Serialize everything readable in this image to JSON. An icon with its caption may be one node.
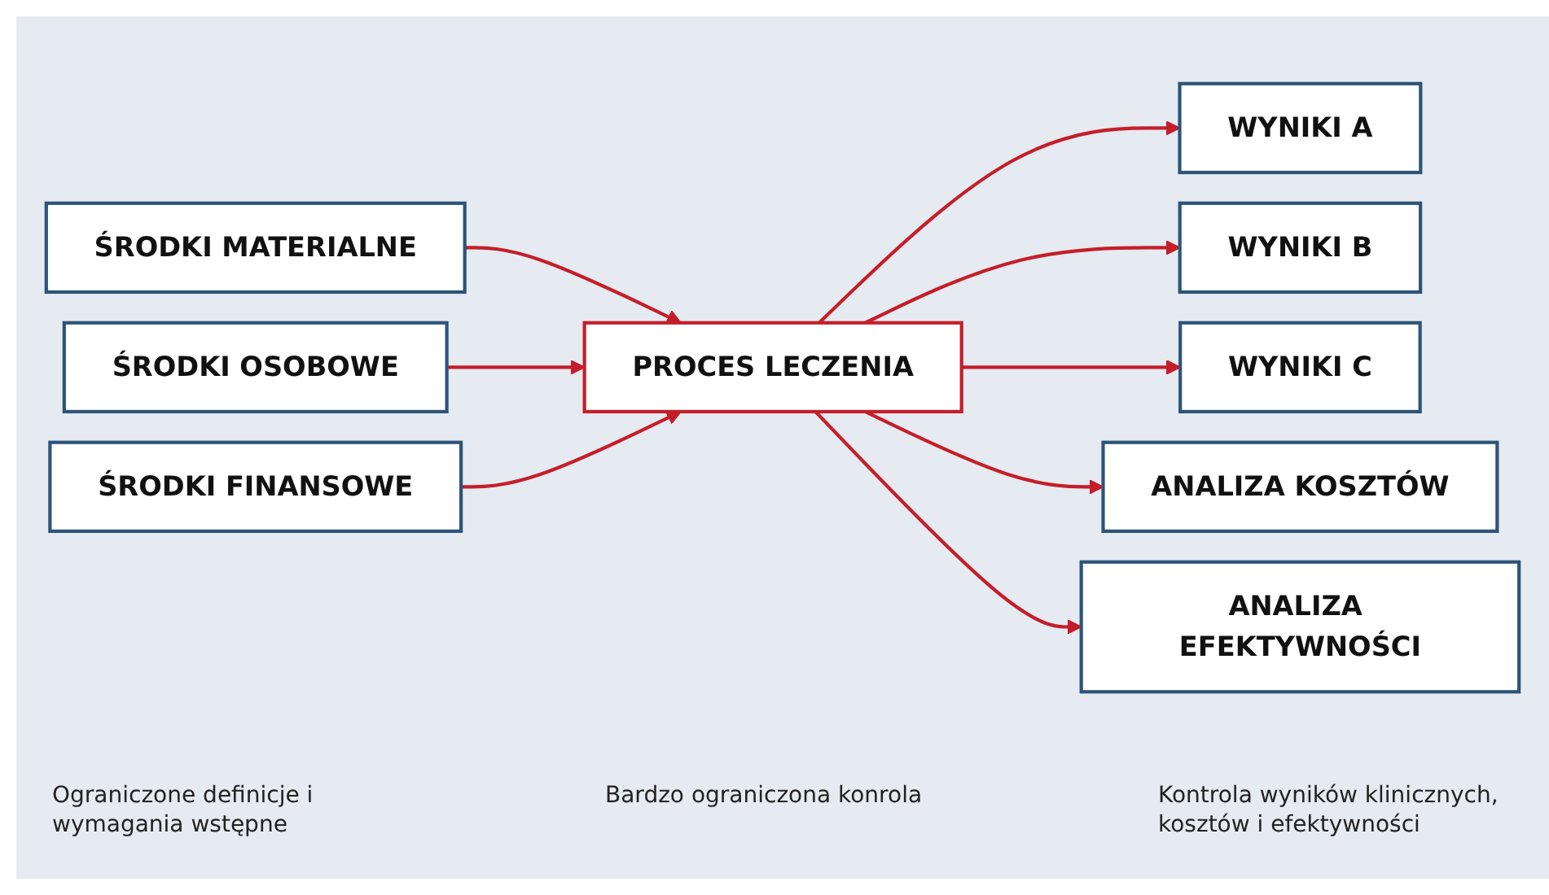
{
  "diagram": {
    "nodes": [
      {
        "text": [
          "ŚRODKI MATERIALNE"
        ]
      },
      {
        "text": [
          "ŚRODKI OSOBOWE"
        ]
      },
      {
        "text": [
          "ŚRODKI FINANSOWE"
        ]
      },
      {
        "text": [
          "PROCES LECZENIA"
        ]
      },
      {
        "text": [
          "WYNIKI A"
        ]
      },
      {
        "text": [
          "WYNIKI B"
        ]
      },
      {
        "text": [
          "WYNIKI C"
        ]
      },
      {
        "text": [
          "ANALIZA KOSZTÓW"
        ]
      },
      {
        "text": [
          "ANALIZA EFEKTYWNOŚCI"
        ]
      }
    ],
    "edges": [
      {
        "from": 0,
        "to": 3,
        "arrow": "to"
      },
      {
        "from": 1,
        "to": 3,
        "arrow": "to"
      },
      {
        "from": 2,
        "to": 3,
        "arrow": "to"
      },
      {
        "from": 3,
        "to": 4,
        "arrow": "to"
      },
      {
        "from": 3,
        "to": 5,
        "arrow": "to"
      },
      {
        "from": 3,
        "to": 6,
        "arrow": "to"
      },
      {
        "from": 3,
        "to": 7,
        "arrow": "to"
      },
      {
        "from": 3,
        "to": 8,
        "arrow": "to"
      }
    ],
    "labels": [
      "Ograniczone definicje i wymagania wstępne",
      "Bardzo ograniczona konrola",
      "Kontrola wyników klinicznych, kosztów i efektywności"
    ]
  }
}
